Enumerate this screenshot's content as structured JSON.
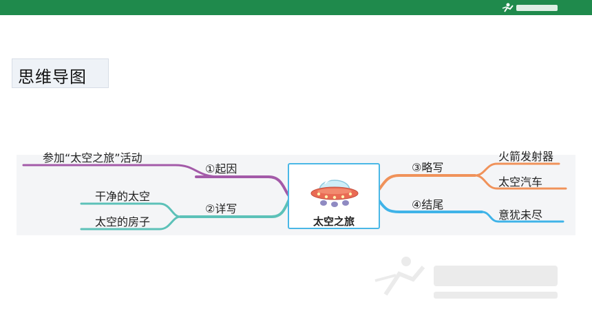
{
  "header": {
    "brand_icon": "21st-century-education-logo-icon",
    "bar_color": "#1f8a4c"
  },
  "title": "思维导图",
  "mind_map": {
    "center": {
      "label": "太空之旅",
      "icon": "ufo-icon"
    },
    "branches": {
      "cause": {
        "label": "①起因",
        "color": "#a35aa8",
        "leaves": [
          "参加“太空之旅”活动"
        ]
      },
      "detail": {
        "label": "②详写",
        "color": "#5cc1b8",
        "leaves": [
          "干净的太空",
          "太空的房子"
        ]
      },
      "brief": {
        "label": "③略写",
        "color": "#f0925a",
        "leaves": [
          "火箭发射器",
          "太空汽车"
        ]
      },
      "ending": {
        "label": "④结尾",
        "color": "#3fb3e8",
        "leaves": [
          "意犹未尽"
        ]
      }
    }
  },
  "watermark": {
    "icon": "21st-century-education-watermark-icon"
  }
}
